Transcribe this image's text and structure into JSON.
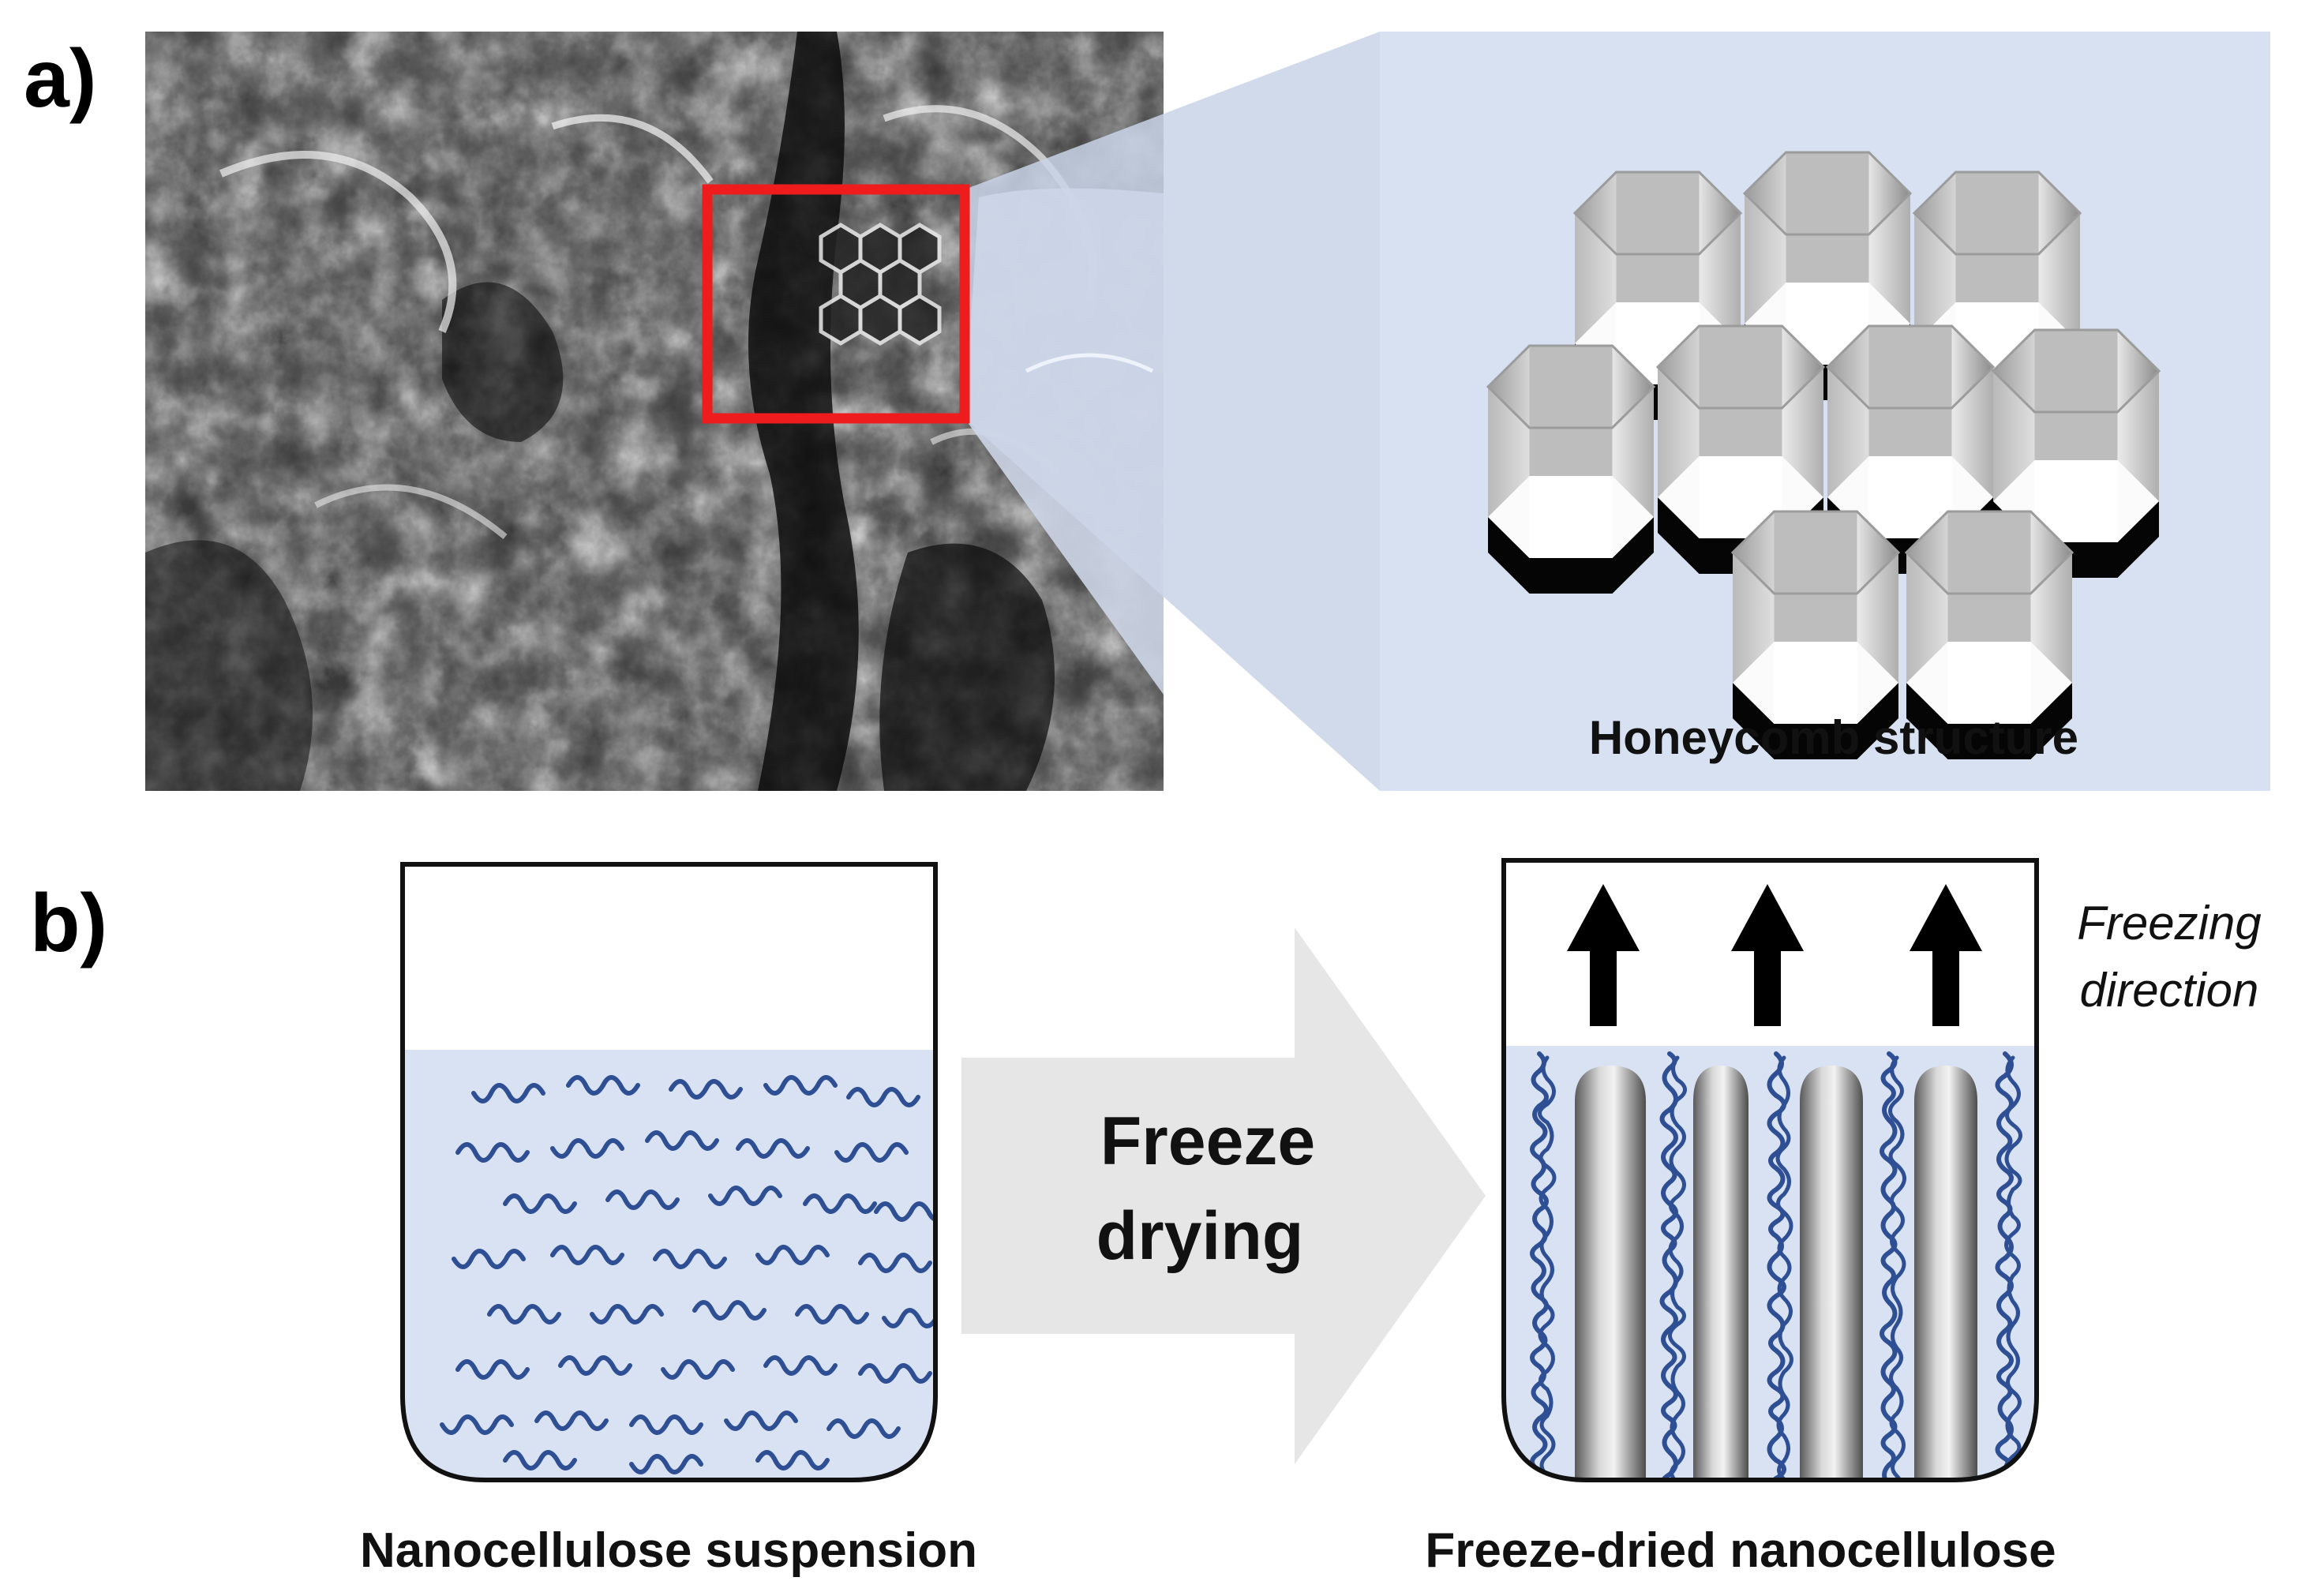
{
  "panel_a": {
    "label": "a)",
    "caption": "Honeycomb structure"
  },
  "panel_b": {
    "label": "b)",
    "process_label_line1": "Freeze",
    "process_label_line2": "drying",
    "left_caption": "Nanocellulose suspension",
    "right_caption": "Freeze-dried nanocellulose",
    "direction_line1": "Freezing",
    "direction_line2": "direction"
  },
  "colors": {
    "highlight_box": "#ee1c1c",
    "liquid": "#d9e2f2",
    "fiber": "#2e4f94",
    "arrow_fill": "#e6e6e6",
    "honeycomb_bg": "#d8e1f1"
  }
}
